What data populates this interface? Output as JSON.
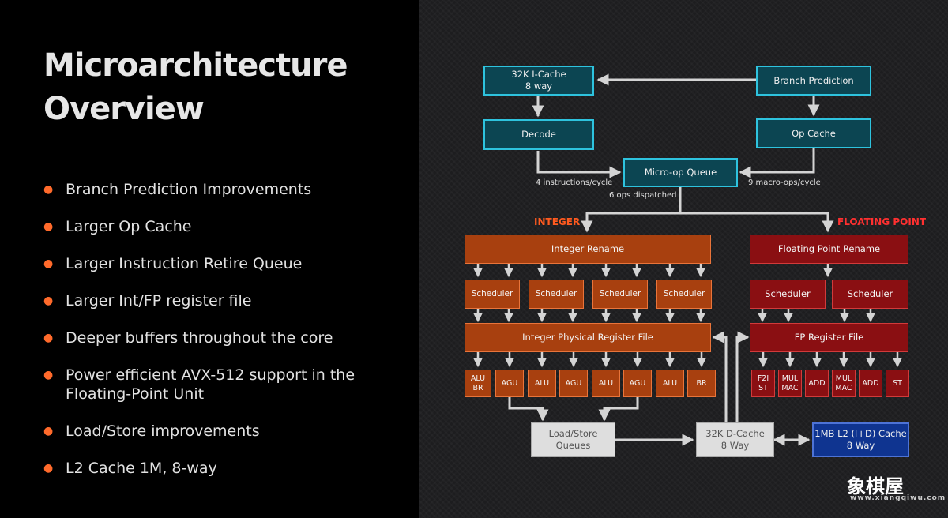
{
  "slide": {
    "title_line1": "Microarchitecture",
    "title_line2": "Overview",
    "accent_color": "#ff6a2b",
    "bullets": [
      {
        "text": "Branch Prediction Improvements"
      },
      {
        "text": "Larger Op Cache"
      },
      {
        "text": "Larger Instruction Retire Queue"
      },
      {
        "text": "Larger Int/FP register file"
      },
      {
        "text": "Deeper buffers throughout the core"
      },
      {
        "text": "Power efficient AVX-512 support in the Floating-Point Unit"
      },
      {
        "text": "Load/Store improvements"
      },
      {
        "text": "L2 Cache 1M, 8-way"
      }
    ]
  },
  "diagram": {
    "frontend": {
      "icache": "32K I-Cache\n8 way",
      "branch_prediction": "Branch Prediction",
      "decode": "Decode",
      "op_cache": "Op Cache",
      "micro_op_queue": "Micro-op Queue",
      "label_4_instr": "4 instructions/cycle",
      "label_9_macro": "9 macro-ops/cycle",
      "label_6_ops": "6 ops dispatched"
    },
    "integer": {
      "heading": "INTEGER",
      "rename": "Integer Rename",
      "schedulers": [
        "Scheduler",
        "Scheduler",
        "Scheduler",
        "Scheduler"
      ],
      "register_file": "Integer Physical Register File",
      "units": [
        "ALU\nBR",
        "AGU",
        "ALU",
        "AGU",
        "ALU",
        "AGU",
        "ALU",
        "BR"
      ]
    },
    "floating_point": {
      "heading": "FLOATING POINT",
      "rename": "Floating Point Rename",
      "schedulers": [
        "Scheduler",
        "Scheduler"
      ],
      "register_file": "FP Register File",
      "units": [
        "F2I\nST",
        "MUL\nMAC",
        "ADD",
        "MUL\nMAC",
        "ADD",
        "ST"
      ]
    },
    "memory": {
      "load_store": "Load/Store\nQueues",
      "dcache": "32K D-Cache\n8 Way",
      "l2": "1MB L2 (I+D) Cache\n8 Way"
    },
    "colors": {
      "frontend": "#0c4552",
      "integer": "#a8400f",
      "floating_point": "#8a0f12",
      "heading_orange": "#ff5a1f",
      "heading_red": "#ff3030",
      "l2": "#0f3490"
    }
  },
  "watermark": {
    "text": "象棋屋",
    "url": "www.xiangqiwu.com"
  }
}
